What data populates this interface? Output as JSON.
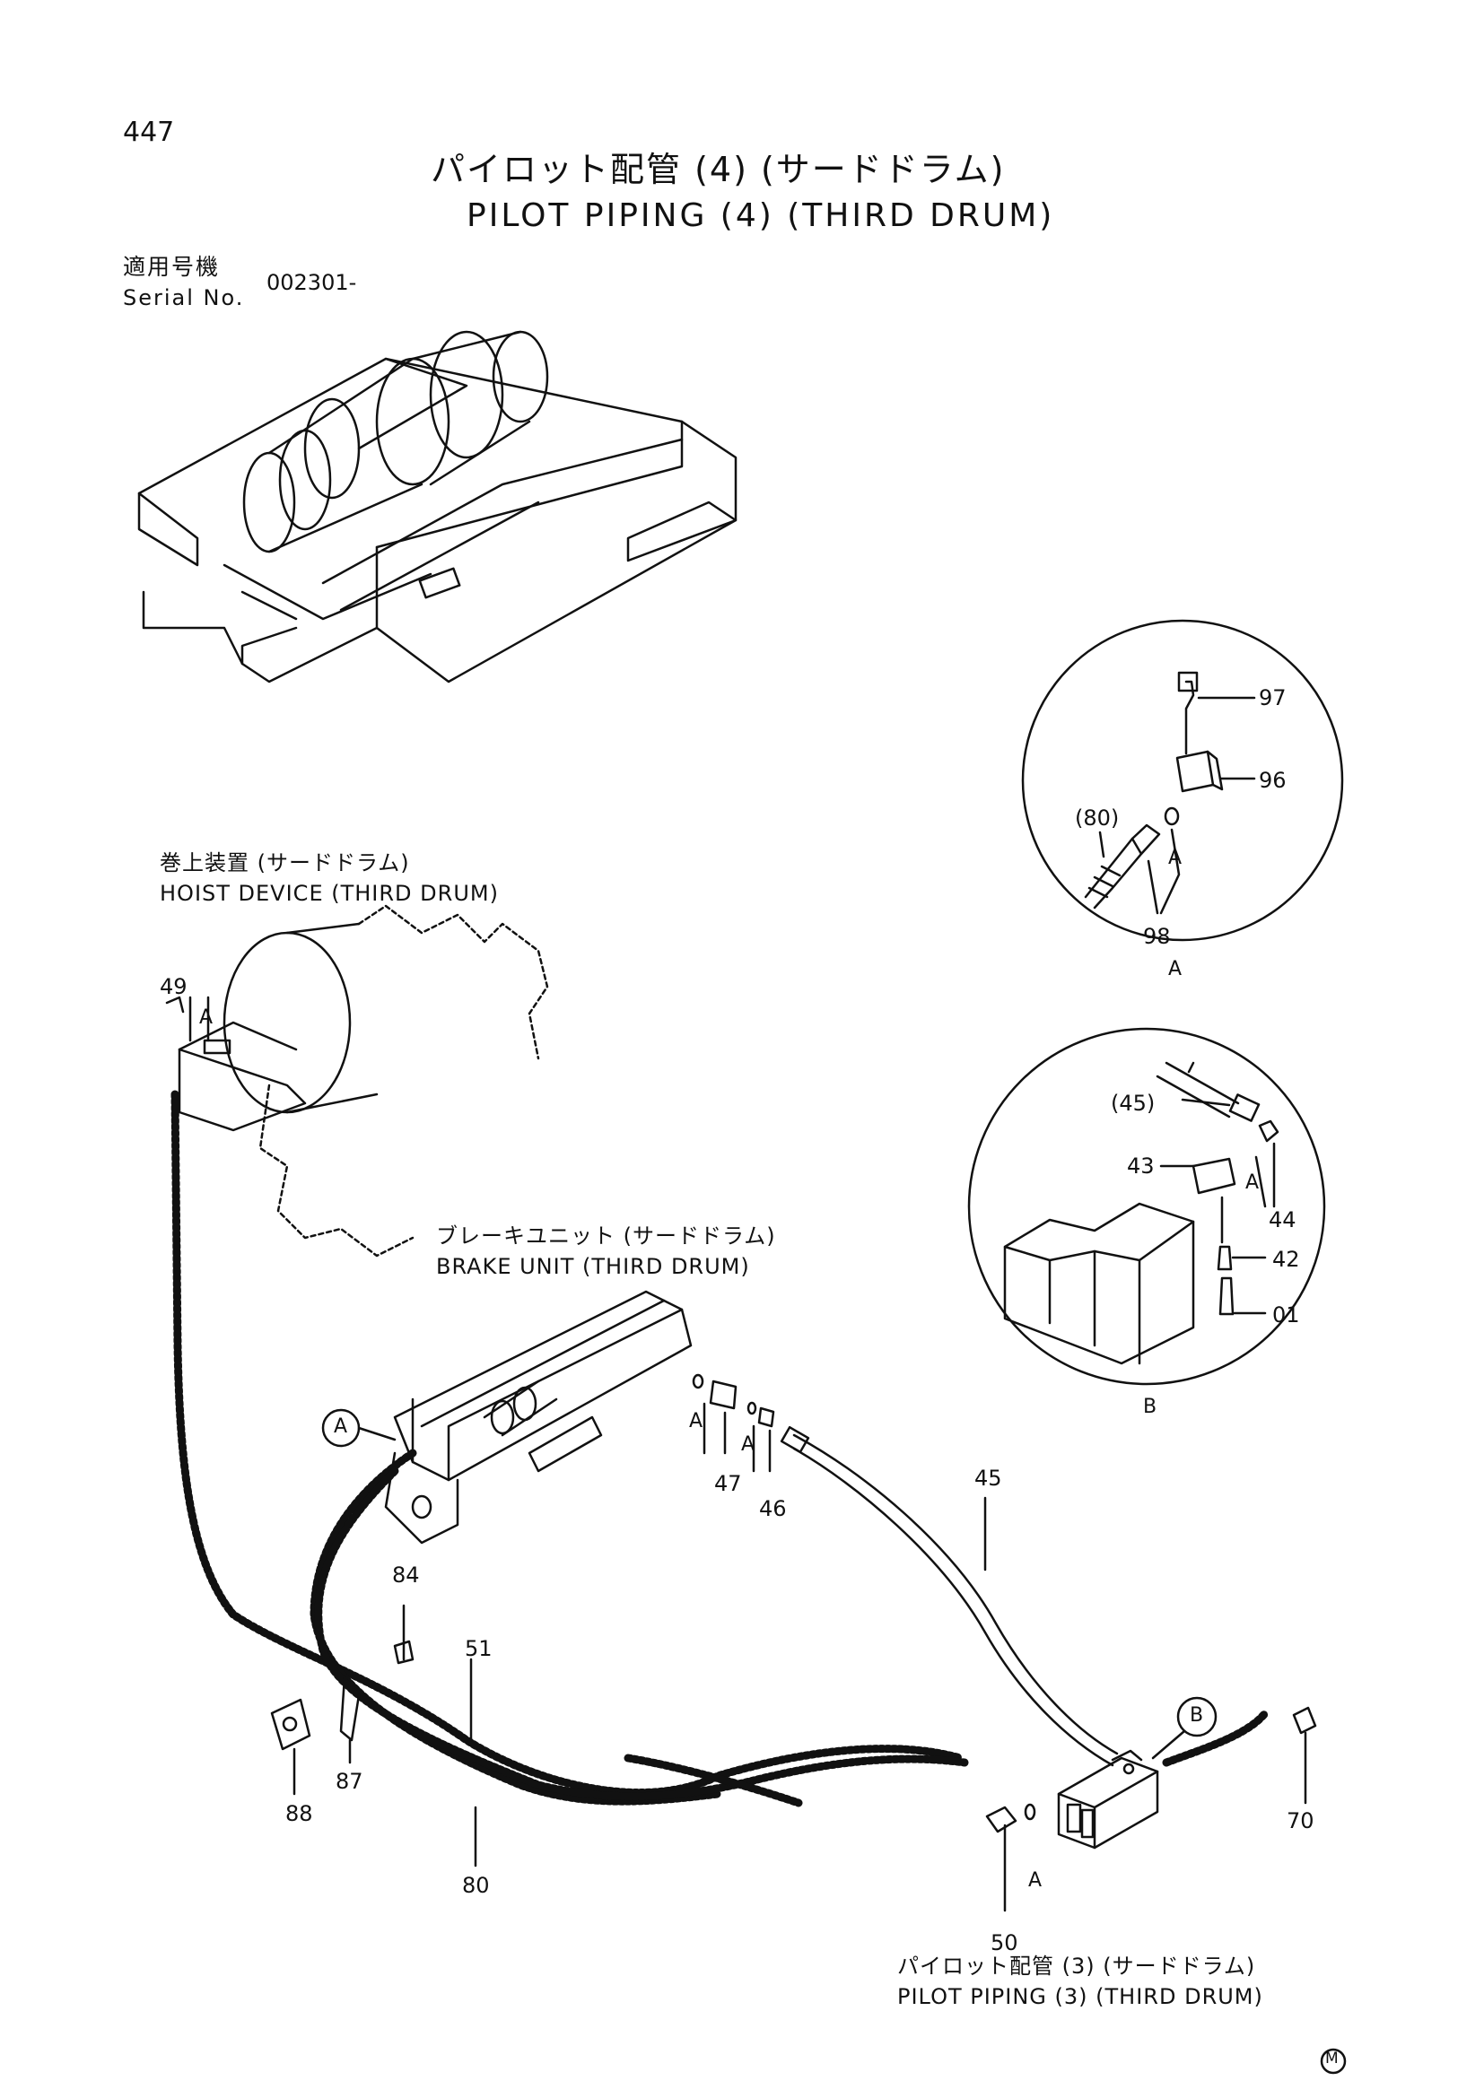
{
  "page": {
    "number": "447",
    "title_jp": "パイロット配管 (4) (サードドラム)",
    "title_en": "PILOT PIPING (4) (THIRD DRUM)",
    "serial_label_jp": "適用号機",
    "serial_label_en": "Serial No.",
    "serial_value": "002301-",
    "corner_mark": "M"
  },
  "labels": {
    "hoist_jp": "巻上装置 (サードドラム)",
    "hoist_en": "HOIST DEVICE (THIRD DRUM)",
    "brake_jp": "ブレーキユニット (サードドラム)",
    "brake_en": "BRAKE UNIT (THIRD DRUM)",
    "piping3_jp": "パイロット配管 (3) (サードドラム)",
    "piping3_en": "PILOT PIPING (3) (THIRD DRUM)"
  },
  "detail_views": {
    "a_title": "A",
    "b_title": "B",
    "callout_a": "A",
    "callout_b": "B"
  },
  "detail_a_parts": [
    "97",
    "96",
    "(80)",
    "98"
  ],
  "detail_b_parts": [
    "(45)",
    "43",
    "44",
    "42",
    "01"
  ],
  "main_parts": [
    "49",
    "47",
    "46",
    "45",
    "84",
    "51",
    "87",
    "88",
    "80",
    "50",
    "70"
  ],
  "section_marker": "A"
}
